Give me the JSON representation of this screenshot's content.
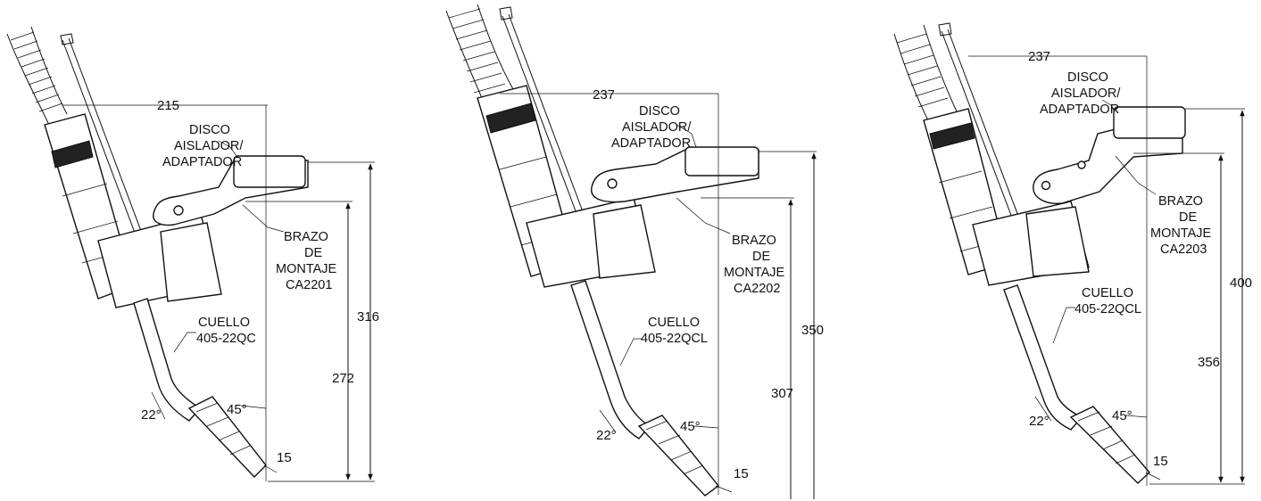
{
  "colors": {
    "line": "#111111",
    "background": "#ffffff"
  },
  "panels": [
    {
      "id": "ca2201",
      "disco_label": [
        "DISCO",
        "AISLADOR/",
        "ADAPTADOR"
      ],
      "brazo_label": [
        "BRAZO",
        "DE",
        "MONTAJE",
        "CA2201"
      ],
      "cuello_label": [
        "CUELLO",
        "405-22QC"
      ],
      "dim_horizontal": "215",
      "dim_total_height": "316",
      "dim_arm_height": "272",
      "angle_neck": "22°",
      "angle_tip": "45°",
      "dim_tip": "15"
    },
    {
      "id": "ca2202",
      "disco_label": [
        "DISCO",
        "AISLADOR/",
        "ADAPTADOR"
      ],
      "brazo_label": [
        "BRAZO",
        "DE",
        "MONTAJE",
        "CA2202"
      ],
      "cuello_label": [
        "CUELLO",
        "405-22QCL"
      ],
      "dim_horizontal": "237",
      "dim_total_height": "350",
      "dim_arm_height": "307",
      "angle_neck": "22°",
      "angle_tip": "45°",
      "dim_tip": "15"
    },
    {
      "id": "ca2203",
      "disco_label": [
        "DISCO",
        "AISLADOR/",
        "ADAPTADOR"
      ],
      "brazo_label": [
        "BRAZO",
        "DE",
        "MONTAJE",
        "CA2203"
      ],
      "cuello_label": [
        "CUELLO",
        "405-22QCL"
      ],
      "dim_horizontal": "237",
      "dim_total_height": "400",
      "dim_arm_height": "356",
      "angle_neck": "22°",
      "angle_tip": "45°",
      "dim_tip": "15"
    }
  ]
}
